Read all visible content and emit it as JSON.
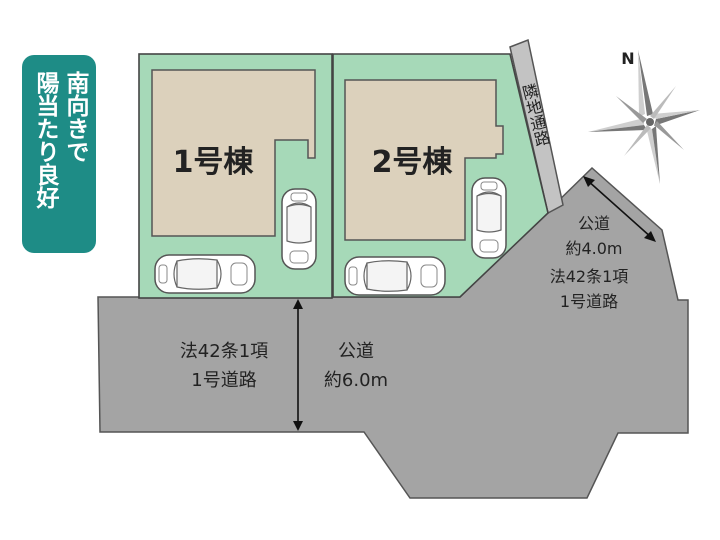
{
  "badge": {
    "line1": "南向きで",
    "line2": "陽当たり良好"
  },
  "lots": [
    {
      "label": "1号棟"
    },
    {
      "label": "2号棟"
    }
  ],
  "adjacent_passage": "隣地通路",
  "main_road": {
    "law_line1": "法42条1項",
    "law_line2": "1号道路",
    "name": "公道",
    "width": "約6.0m"
  },
  "side_road": {
    "name": "公道",
    "width": "約4.0m",
    "law_line1": "法42条1項",
    "law_line2": "1号道路"
  },
  "compass": {
    "north_label": "N"
  },
  "colors": {
    "lot_green": "#a6d9b8",
    "building_beige": "#dcd1bc",
    "road_gray": "#a4a4a4",
    "passage_gray": "#c3c3c3",
    "badge_teal": "#1e8c86"
  }
}
